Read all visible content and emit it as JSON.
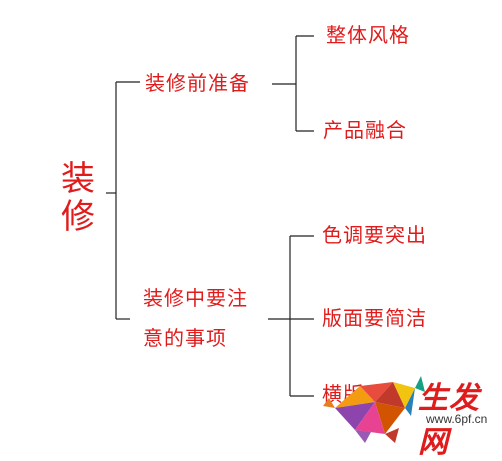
{
  "colors": {
    "text": "#e01b1b",
    "line": "#222222"
  },
  "root": {
    "chars": [
      "装",
      "修"
    ]
  },
  "branches": {
    "before": {
      "label": "装修前准备"
    },
    "notes": {
      "line1": "装修中要注",
      "line2": "意的事项"
    }
  },
  "leaves": {
    "style": "整体风格",
    "fusion": "产品融合",
    "color": "色调要突出",
    "layout": "版面要简洁",
    "partial": "横版…"
  },
  "watermark": {
    "brand": "生发网",
    "url": "www.6pf.cn"
  }
}
